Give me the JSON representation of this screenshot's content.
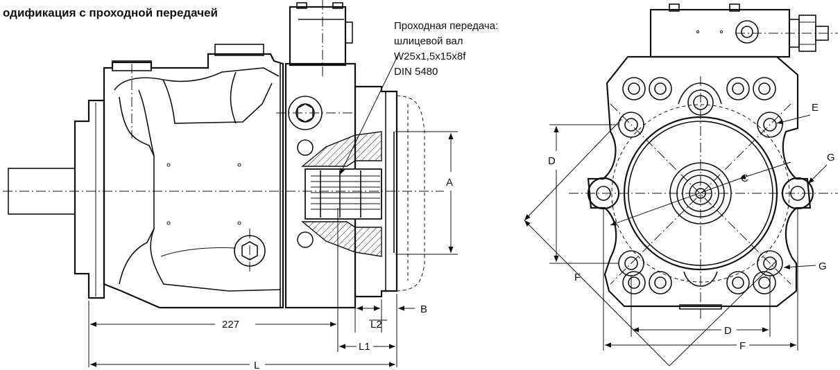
{
  "title": "одификация с проходной передачей",
  "callout": {
    "line1": "Проходная передача:",
    "line2": "шлицевой вал",
    "line3": "W25x1,5x15x8f",
    "line4": "DIN 5480"
  },
  "side_view_dims": {
    "d227": "227",
    "L": "L",
    "L1": "L1",
    "L2": "L2",
    "B": "B",
    "A": "A"
  },
  "front_view_labels": {
    "C": "C",
    "D_left": "D",
    "D_bottom": "D",
    "E": "E",
    "F_left": "F",
    "F_bottom": "F",
    "G_top": "G",
    "G_bottom": "G"
  }
}
